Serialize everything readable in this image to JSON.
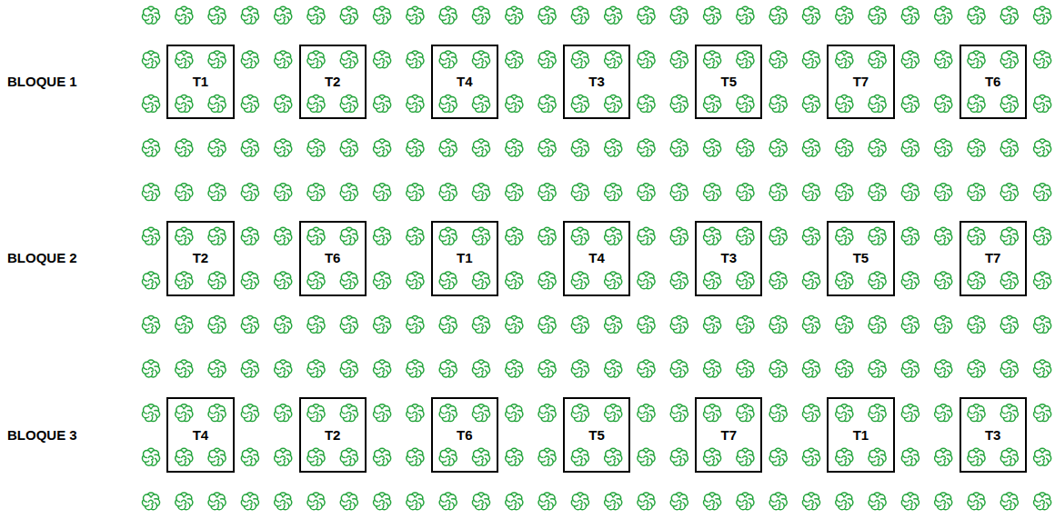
{
  "diagram": {
    "nodes": [
      {
        "text": [
          "T1"
        ]
      },
      {
        "text": [
          "T2"
        ]
      },
      {
        "text": [
          "T4"
        ]
      },
      {
        "text": [
          "T3"
        ]
      },
      {
        "text": [
          "T5"
        ]
      },
      {
        "text": [
          "T7"
        ]
      },
      {
        "text": [
          "T6"
        ]
      },
      {
        "text": [
          "T2"
        ]
      },
      {
        "text": [
          "T6"
        ]
      },
      {
        "text": [
          "T1"
        ]
      },
      {
        "text": [
          "T4"
        ]
      },
      {
        "text": [
          "T3"
        ]
      },
      {
        "text": [
          "T5"
        ]
      },
      {
        "text": [
          "T7"
        ]
      },
      {
        "text": [
          "T4"
        ]
      },
      {
        "text": [
          "T2"
        ]
      },
      {
        "text": [
          "T6"
        ]
      },
      {
        "text": [
          "T5"
        ]
      },
      {
        "text": [
          "T7"
        ]
      },
      {
        "text": [
          "T1"
        ]
      },
      {
        "text": [
          "T3"
        ]
      }
    ],
    "labels": [
      "BLOQUE 1",
      "BLOQUE 2",
      "BLOQUE 3"
    ]
  }
}
